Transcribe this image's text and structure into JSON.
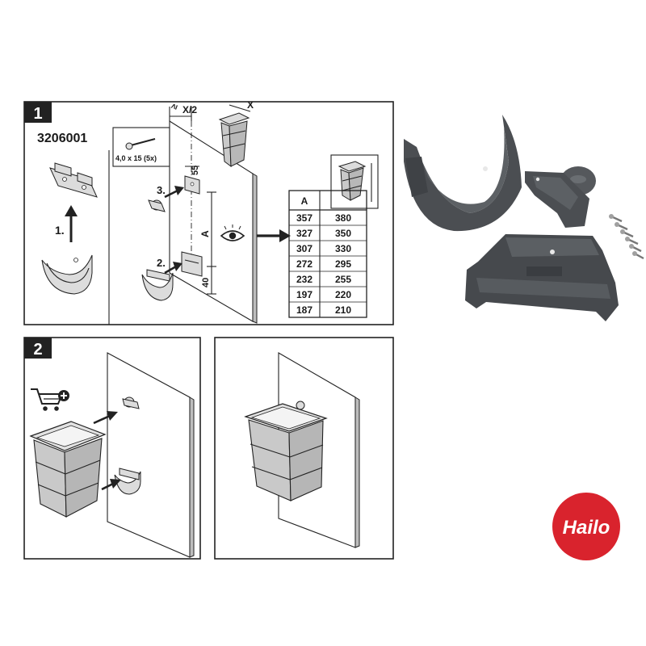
{
  "brand": {
    "logo_text": "Hailo",
    "logo_color": "#d9232d"
  },
  "panel1": {
    "badge": "1",
    "product_code": "3206001",
    "left": {
      "step_label": "1."
    },
    "main": {
      "screw_label": "4,0 x 15 (5x)",
      "step_top": "3.",
      "step_bottom": "2.",
      "dim_min": "≥",
      "dim_half": "X/2",
      "dim_width": "X",
      "dim_offset": "55",
      "dim_a": "A",
      "dim_bottom": "40"
    },
    "table": {
      "header_a": "A",
      "rows": [
        [
          "357",
          "380"
        ],
        [
          "327",
          "350"
        ],
        [
          "307",
          "330"
        ],
        [
          "272",
          "295"
        ],
        [
          "232",
          "255"
        ],
        [
          "197",
          "220"
        ],
        [
          "187",
          "210"
        ]
      ]
    }
  },
  "panel2": {
    "badge": "2"
  },
  "colors": {
    "line": "#222222",
    "part_grey": "#4b4e52",
    "logo_red": "#d9232d"
  }
}
